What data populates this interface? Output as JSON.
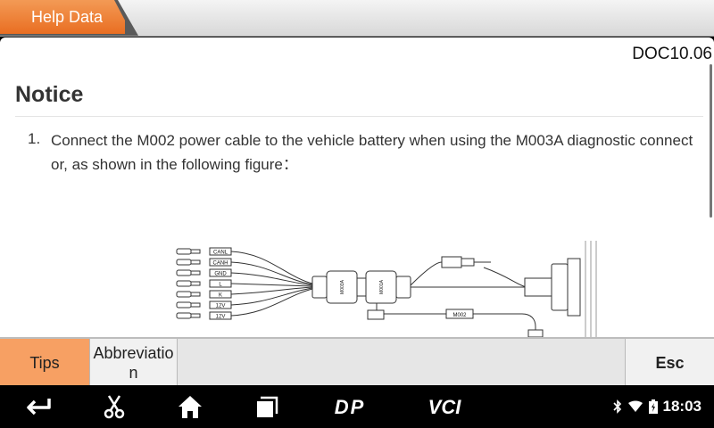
{
  "header": {
    "title": "Help Data"
  },
  "document": {
    "doc_id": "DOC10.06",
    "heading": "Notice",
    "items": [
      {
        "number": "1.",
        "text": "Connect the M002 power cable to the vehicle battery when using the M003A diagnostic connector, as shown in the following figure："
      }
    ]
  },
  "figure": {
    "wire_labels": [
      "CANL",
      "CANH",
      "GND",
      "L",
      "K",
      "12V",
      "12V"
    ],
    "module_left": "M003A",
    "module_right": "M001A",
    "cable_label": "M002"
  },
  "toolbar": {
    "tips_label": "Tips",
    "abbreviation_label": "Abbreviation",
    "esc_label": "Esc"
  },
  "navbar": {
    "icons": [
      "back-icon",
      "scissors-icon",
      "home-icon",
      "recent-apps-icon",
      "dp-icon",
      "vci-icon"
    ],
    "dp_label": "DP",
    "vci_label": "VCI"
  },
  "status": {
    "time": "18:03",
    "icons": [
      "bluetooth-icon",
      "wifi-icon",
      "battery-icon"
    ]
  },
  "colors": {
    "accent": "#e96e22",
    "tab_active": "#f7a063"
  }
}
